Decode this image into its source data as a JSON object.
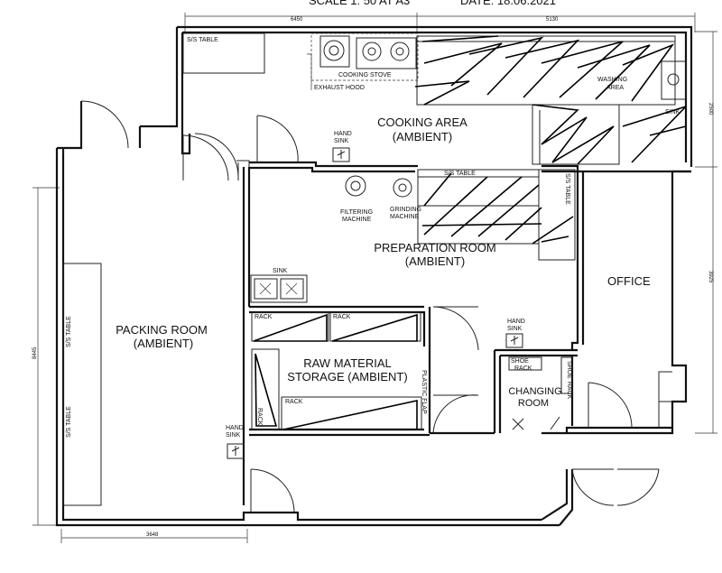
{
  "header": {
    "scale": "SCALE 1: 50 AT A3",
    "date": "DATE: 18.06.2021"
  },
  "dimensions": {
    "top_left": "6450",
    "top_right": "5130",
    "right_upper": "2500",
    "right_lower": "3925",
    "left": "8445",
    "bottom": "3648"
  },
  "rooms": {
    "cooking_area": [
      "COOKING AREA",
      "(AMBIENT)"
    ],
    "preparation_room": [
      "PREPARATION ROOM",
      "(AMBIENT)"
    ],
    "packing_room": [
      "PACKING ROOM",
      "(AMBIENT)"
    ],
    "raw_material_storage": [
      "RAW MATERIAL",
      "STORAGE (AMBIENT)"
    ],
    "office": [
      "OFFICE"
    ],
    "changing_room": [
      "CHANGING",
      "ROOM"
    ]
  },
  "fixtures": {
    "ss_table_top": "S/S TABLE",
    "cooking_stove": "COOKING STOVE",
    "exhaust_hood": "EXHAUST HOOD",
    "washing_area": [
      "WASHING",
      "AREA"
    ],
    "sink_right": "SINK",
    "hand_sink_cooking": [
      "HAND",
      "SINK"
    ],
    "filtering_machine": [
      "FILTERING",
      "MACHINE"
    ],
    "grinding_machine": [
      "GRINDING",
      "MACHINE"
    ],
    "ss_table_prep": "S/S TABLE",
    "ss_table_prep_side": "S/S TABLE",
    "sink_prep": "SINK",
    "rack": "RACK",
    "hand_sink_changing": [
      "HAND",
      "SINK"
    ],
    "shoe_rack_left": [
      "SHOE",
      "RACK"
    ],
    "shoe_rack_right": [
      "SHOE",
      "RACK"
    ],
    "plastic_flap": "PLASTIC FLAP",
    "ss_table_pack_1": "S/S TABLE",
    "ss_table_pack_2": "S/S TABLE",
    "hand_sink_packing": [
      "HAND",
      "SINK"
    ]
  }
}
